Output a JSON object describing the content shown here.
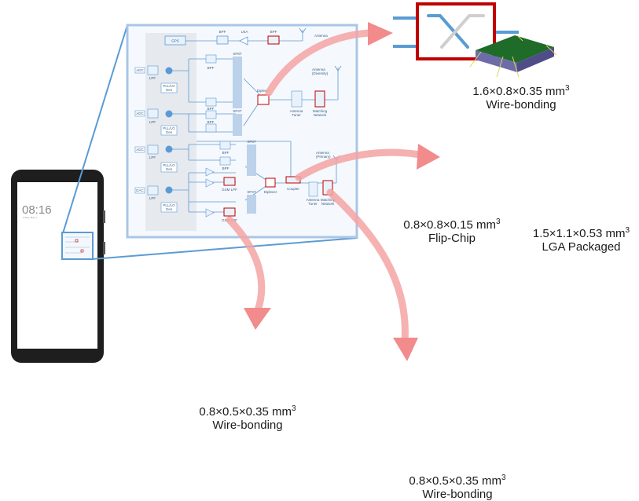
{
  "phone": {
    "clock": "08:16",
    "date_line": "Friday, May 1"
  },
  "diagram": {
    "blocks": {
      "gps": "GPS",
      "bpf": "BPF",
      "lna": "LNA",
      "antenna": "Antenna",
      "antenna_diversity": [
        "Antenna",
        "(Diversity)"
      ],
      "antenna_primary": [
        "Antenna",
        "(Primary)"
      ],
      "adc": "ADC",
      "dac": "DAC",
      "lpf": "LPF",
      "pll_lo_gen": [
        "PLL/LO",
        "Gen"
      ],
      "sp8t": "SP8T",
      "sp4t": "SP4T",
      "diplexer": "Diplexer",
      "coupler": "Coupler",
      "antenna_tuner": [
        "Antenna",
        "Tuner"
      ],
      "matching_network": [
        "Matching",
        "Network"
      ],
      "pa": "PA",
      "gsm_lpf": "GSM LPF"
    }
  },
  "callouts": [
    {
      "id": "diplexer",
      "size": "1.6×0.8×0.35 mm",
      "exp": "3",
      "package": "Wire-bonding"
    },
    {
      "id": "coupler-flipchip",
      "size": "0.8×0.8×0.15 mm",
      "exp": "3",
      "package": "Flip-Chip"
    },
    {
      "id": "coupler-lga",
      "size": "1.5×1.1×0.53 mm",
      "exp": "3",
      "package": "LGA Packaged"
    },
    {
      "id": "bpf",
      "size": "0.8×0.5×0.35 mm",
      "exp": "3",
      "package": "Wire-bonding"
    },
    {
      "id": "matching",
      "size": "0.8×0.5×0.35 mm",
      "exp": "3",
      "package": "Wire-bonding"
    }
  ],
  "colors": {
    "accent_blue": "#5b9bd5",
    "highlight_red": "#c00000",
    "arrow_pink": "#f4a0a0",
    "chip_green": "#1f6b2a",
    "chip_purple": "#6e6ca8"
  }
}
